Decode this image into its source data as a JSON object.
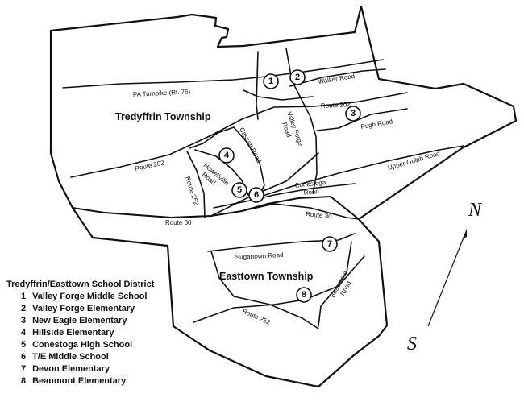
{
  "townships": {
    "north": "Tredyffrin Township",
    "south": "Easttown Township"
  },
  "roads": {
    "pa_turnpike": "PA Turnpike (Rt. 76)",
    "walker_road": "Walker Road",
    "route_202_east": "Route 202",
    "route_202_west": "Route 202",
    "pugh_road": "Pugh Road",
    "cassatt_road": "Cassatt Road",
    "valley_forge_road": [
      "Valley Forge",
      "Road"
    ],
    "howellville_road": [
      "Howellville",
      "Road"
    ],
    "route_252_north": "Route 252",
    "upper_gulph_road": "Upper Gulph Road",
    "conestoga_road": [
      "Conestoga",
      "Road"
    ],
    "route_30_west": "Route 30",
    "route_30_east": "Route 30",
    "sugartown_road": "Sugartown Road",
    "beaumont_road": [
      "Beaumont",
      "Road"
    ],
    "route_252_south": "Route 252"
  },
  "markers": [
    "1",
    "2",
    "3",
    "4",
    "5",
    "6",
    "7",
    "8"
  ],
  "compass": {
    "north": "N",
    "south": "S"
  },
  "legend": {
    "title": "Tredyffrin/Easttown School District",
    "items": [
      {
        "num": "1",
        "name": "Valley Forge Middle School"
      },
      {
        "num": "2",
        "name": "Valley Forge Elementary"
      },
      {
        "num": "3",
        "name": "New Eagle Elementary"
      },
      {
        "num": "4",
        "name": "Hillside Elementary"
      },
      {
        "num": "5",
        "name": "Conestoga High School"
      },
      {
        "num": "6",
        "name": "T/E Middle School"
      },
      {
        "num": "7",
        "name": "Devon Elementary"
      },
      {
        "num": "8",
        "name": "Beaumont Elementary"
      }
    ]
  }
}
